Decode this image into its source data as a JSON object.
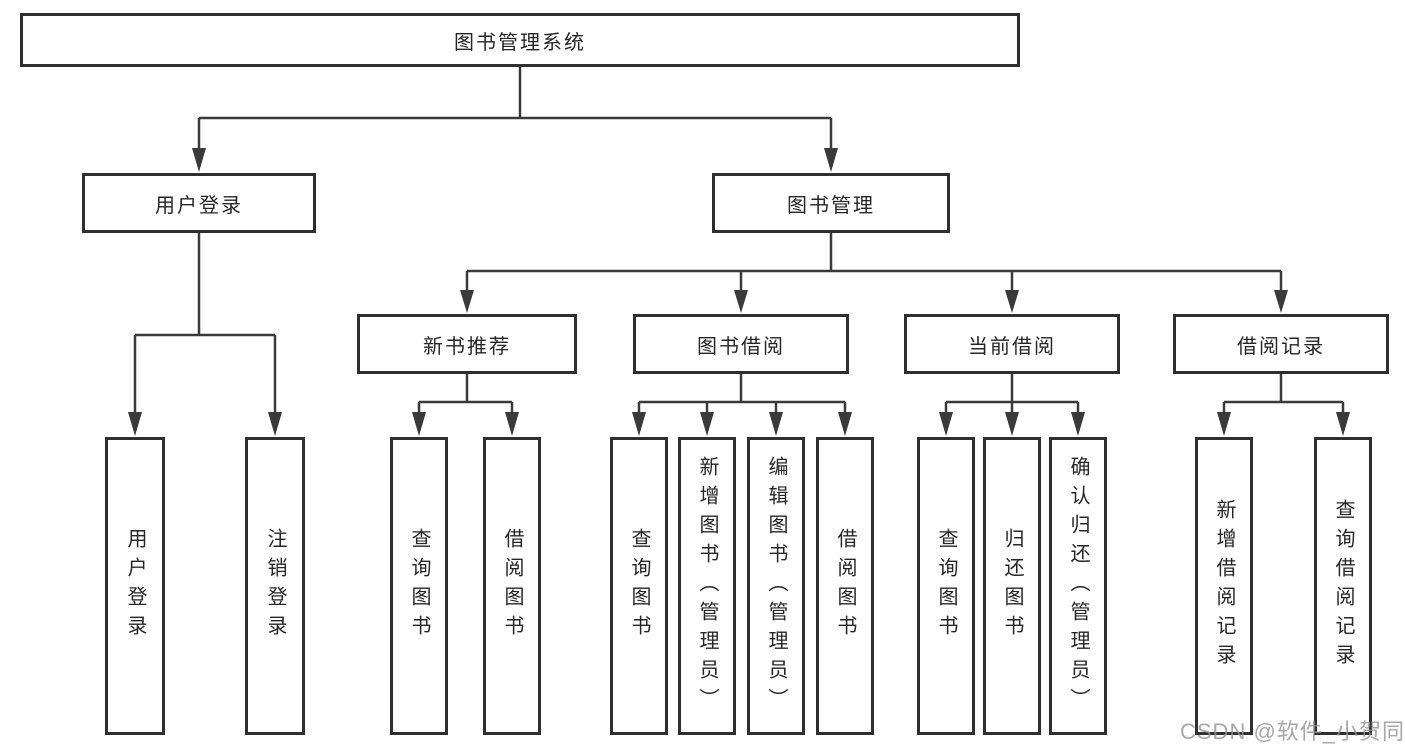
{
  "tree": {
    "label": "图书管理系统",
    "children": [
      {
        "label": "用户登录",
        "children": [
          {
            "label": "用户登录"
          },
          {
            "label": "注销登录"
          }
        ]
      },
      {
        "label": "图书管理",
        "children": [
          {
            "label": "新书推荐",
            "children": [
              {
                "label": "查询图书"
              },
              {
                "label": "借阅图书"
              }
            ]
          },
          {
            "label": "图书借阅",
            "children": [
              {
                "label": "查询图书"
              },
              {
                "label": "新增图书（管理员）"
              },
              {
                "label": "编辑图书（管理员）"
              },
              {
                "label": "借阅图书"
              }
            ]
          },
          {
            "label": "当前借阅",
            "children": [
              {
                "label": "查询图书"
              },
              {
                "label": "归还图书"
              },
              {
                "label": "确认归还（管理员）"
              }
            ]
          },
          {
            "label": "借阅记录",
            "children": [
              {
                "label": "新增借阅记录"
              },
              {
                "label": "查询借阅记录"
              }
            ]
          }
        ]
      }
    ]
  },
  "watermark": "CSDN @软件_小贺同学",
  "colors": {
    "line": "#3a3a3a",
    "border": "#2f2f2f",
    "text": "#262626",
    "watermark": "#949494"
  }
}
